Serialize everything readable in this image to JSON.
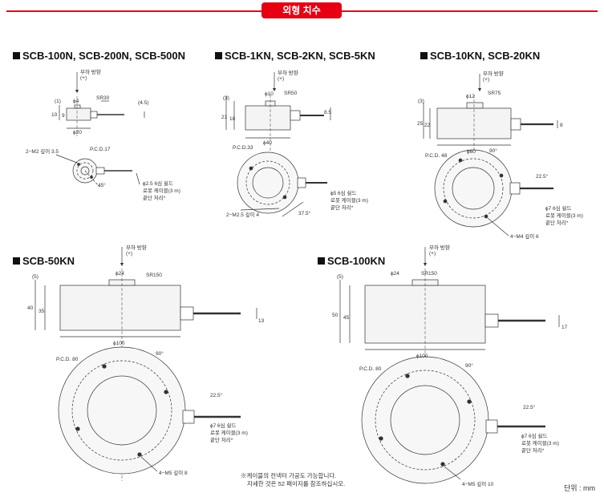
{
  "header": {
    "title": "외형 치수"
  },
  "load_direction": "부하 방향\n(+)",
  "models": {
    "small": {
      "title": "SCB-100N, SCB-200N, SCB-500N",
      "phi_top": "ϕ4",
      "sr": "SR30",
      "phi_body": "ϕ20",
      "h_total": "10",
      "h_top": "(1)",
      "h_body": "9",
      "h_cable": "(4.5)",
      "holes": "2−M2 깊이 3.5",
      "pcd": "P.C.D.17",
      "angle": "45°",
      "cable_1": "ϕ2.5 6심 쉴드",
      "cable_2": "로봇 케이블(3 m)",
      "cable_3": "끝단 처리*"
    },
    "mid": {
      "title": "SCB-1KN, SCB-2KN, SCB-5KN",
      "phi_top": "ϕ10",
      "sr": "SR50",
      "phi_body": "ϕ40",
      "h_total": "21",
      "h_top": "(3)",
      "h_body": "18",
      "h_cable": "8.5",
      "holes": "2−M2.5 깊이 4",
      "pcd": "P.C.D.33",
      "angle": "37.5°",
      "cable_1": "ϕ5 6심 쉴드",
      "cable_2": "로봇 케이블(3 m)",
      "cable_3": "끝단 처리*"
    },
    "large": {
      "title": "SCB-10KN, SCB-20KN",
      "phi_top": "ϕ12",
      "sr": "SR75",
      "phi_body": "ϕ60",
      "h_total": "25",
      "h_top": "(3)",
      "h_body": "22",
      "h_cable": "8",
      "holes": "4−M4 깊이 6",
      "pcd": "P.C.D. 48",
      "angle_a": "90°",
      "angle_b": "22.5°",
      "cable_1": "ϕ7 6심 쉴드",
      "cable_2": "로봇 케이블(3 m)",
      "cable_3": "끝단 처리*"
    },
    "k50": {
      "title": "SCB-50KN",
      "phi_top": "ϕ24",
      "sr": "SR150",
      "phi_body": "ϕ100",
      "h_total": "40",
      "h_top": "(5)",
      "h_body": "35",
      "h_cable": "13",
      "holes": "4−M5 깊이 8",
      "pcd": "P.C.D. 80",
      "angle_a": "90°",
      "angle_b": "22.5°",
      "cable_1": "ϕ7 6심 쉴드",
      "cable_2": "로봇 케이블(3 m)",
      "cable_3": "끝단 처리*"
    },
    "k100": {
      "title": "SCB-100KN",
      "phi_top": "ϕ24",
      "sr": "SR150",
      "phi_body": "ϕ100",
      "h_total": "50",
      "h_top": "(5)",
      "h_body": "45",
      "h_cable": "17",
      "holes": "4−M5 깊이 10",
      "pcd": "P.C.D. 80",
      "angle_a": "90°",
      "angle_b": "22.5°",
      "cable_1": "ϕ7 6심 쉴드",
      "cable_2": "로봇 케이블(3 m)",
      "cable_3": "끝단 처리*"
    }
  },
  "footnote": {
    "line1": "※케이블의 컨넥터 가공도 가능합니다.",
    "line2": "자세한 것은 52 페이지를 참조하십시오."
  },
  "unit": "단위 : mm"
}
